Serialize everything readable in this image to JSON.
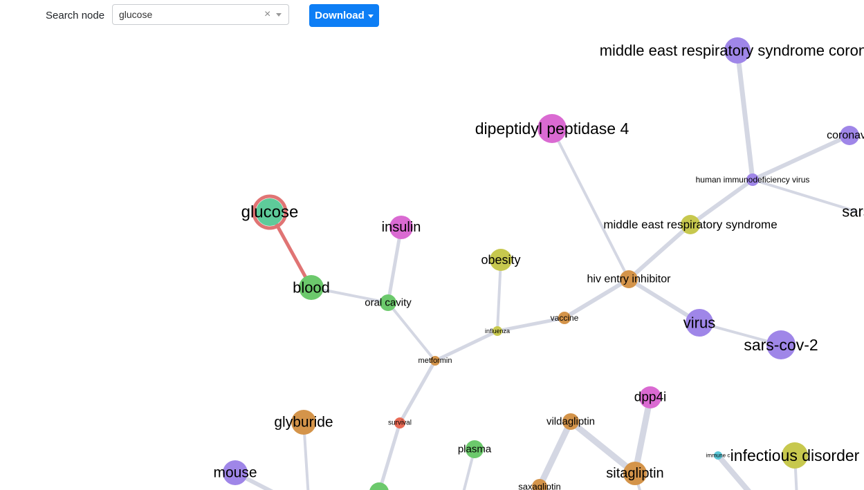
{
  "toolbar": {
    "search_label": "Search node",
    "search_value": "glucose",
    "clear_glyph": "×",
    "download_label": "Download"
  },
  "graph": {
    "selected_node": "glucose",
    "highlight_color": "#e07474",
    "edge_color": "#d4d7e3",
    "nodes": [
      {
        "id": "middle_east_respiratory_syndrome_corona",
        "label": "middle east respiratory syndrome corona",
        "color": "#9f86e8"
      },
      {
        "id": "dipeptidyl_peptidase_4",
        "label": "dipeptidyl peptidase 4",
        "color": "#da6ad2"
      },
      {
        "id": "coronavir",
        "label": "coronavir",
        "color": "#9f86e8"
      },
      {
        "id": "human_immunodeficiency_virus",
        "label": "human immunodeficiency virus",
        "color": "#9f86e8"
      },
      {
        "id": "sars",
        "label": "sars",
        "color": "#9f86e8"
      },
      {
        "id": "glucose",
        "label": "glucose",
        "color": "#5ecb9a"
      },
      {
        "id": "insulin",
        "label": "insulin",
        "color": "#da6ad2"
      },
      {
        "id": "middle_east_respiratory_syndrome",
        "label": "middle east respiratory syndrome",
        "color": "#c7c84e"
      },
      {
        "id": "obesity",
        "label": "obesity",
        "color": "#c7c84e"
      },
      {
        "id": "hiv_entry_inhibitor",
        "label": "hiv entry inhibitor",
        "color": "#d4944a"
      },
      {
        "id": "blood",
        "label": "blood",
        "color": "#6cc96c"
      },
      {
        "id": "oral_cavity",
        "label": "oral cavity",
        "color": "#6cc96c"
      },
      {
        "id": "vaccine",
        "label": "vaccine",
        "color": "#d4944a"
      },
      {
        "id": "virus",
        "label": "virus",
        "color": "#9f86e8"
      },
      {
        "id": "influenza",
        "label": "influenza",
        "color": "#c7c84e"
      },
      {
        "id": "sars_cov_2",
        "label": "sars-cov-2",
        "color": "#9f86e8"
      },
      {
        "id": "metformin",
        "label": "metformin",
        "color": "#d4944a"
      },
      {
        "id": "dpp4i",
        "label": "dpp4i",
        "color": "#da6ad2"
      },
      {
        "id": "glyburide",
        "label": "glyburide",
        "color": "#d4944a"
      },
      {
        "id": "survival",
        "label": "survival",
        "color": "#e86a55"
      },
      {
        "id": "vildagliptin",
        "label": "vildagliptin",
        "color": "#d4944a"
      },
      {
        "id": "plasma",
        "label": "plasma",
        "color": "#6cc96c"
      },
      {
        "id": "immune",
        "label": "immune c",
        "color": "#5bc8d8"
      },
      {
        "id": "infectious_disorder",
        "label": "infectious disorder",
        "color": "#c7c84e"
      },
      {
        "id": "mouse",
        "label": "mouse",
        "color": "#9f86e8"
      },
      {
        "id": "sitagliptin",
        "label": "sitagliptin",
        "color": "#d4944a"
      },
      {
        "id": "saxagliptin",
        "label": "saxagliptin",
        "color": "#d4944a"
      },
      {
        "id": "green_bottom",
        "label": "",
        "color": "#6cc96c"
      }
    ],
    "edges": [
      {
        "source": "glucose",
        "target": "blood",
        "highlighted": true
      },
      {
        "source": "blood",
        "target": "oral_cavity"
      },
      {
        "source": "oral_cavity",
        "target": "insulin"
      },
      {
        "source": "oral_cavity",
        "target": "metformin"
      },
      {
        "source": "metformin",
        "target": "influenza"
      },
      {
        "source": "influenza",
        "target": "obesity"
      },
      {
        "source": "influenza",
        "target": "vaccine"
      },
      {
        "source": "vaccine",
        "target": "hiv_entry_inhibitor"
      },
      {
        "source": "hiv_entry_inhibitor",
        "target": "dipeptidyl_peptidase_4"
      },
      {
        "source": "hiv_entry_inhibitor",
        "target": "middle_east_respiratory_syndrome"
      },
      {
        "source": "middle_east_respiratory_syndrome",
        "target": "human_immunodeficiency_virus"
      },
      {
        "source": "human_immunodeficiency_virus",
        "target": "middle_east_respiratory_syndrome_corona"
      },
      {
        "source": "human_immunodeficiency_virus",
        "target": "coronavir"
      },
      {
        "source": "human_immunodeficiency_virus",
        "target": "sars"
      },
      {
        "source": "hiv_entry_inhibitor",
        "target": "virus"
      },
      {
        "source": "virus",
        "target": "sars_cov_2"
      },
      {
        "source": "metformin",
        "target": "survival"
      },
      {
        "source": "survival",
        "target": "green_bottom"
      },
      {
        "source": "glyburide",
        "target": "glyburide_down"
      },
      {
        "source": "mouse",
        "target": "mouse_down"
      },
      {
        "source": "plasma",
        "target": "plasma_down"
      },
      {
        "source": "vildagliptin",
        "target": "saxagliptin"
      },
      {
        "source": "vildagliptin",
        "target": "sitagliptin"
      },
      {
        "source": "dpp4i",
        "target": "sitagliptin"
      },
      {
        "source": "sitagliptin",
        "target": "sitagliptin_down"
      },
      {
        "source": "immune",
        "target": "immune_down"
      },
      {
        "source": "infectious_disorder",
        "target": "infectious_disorder_down"
      }
    ]
  }
}
